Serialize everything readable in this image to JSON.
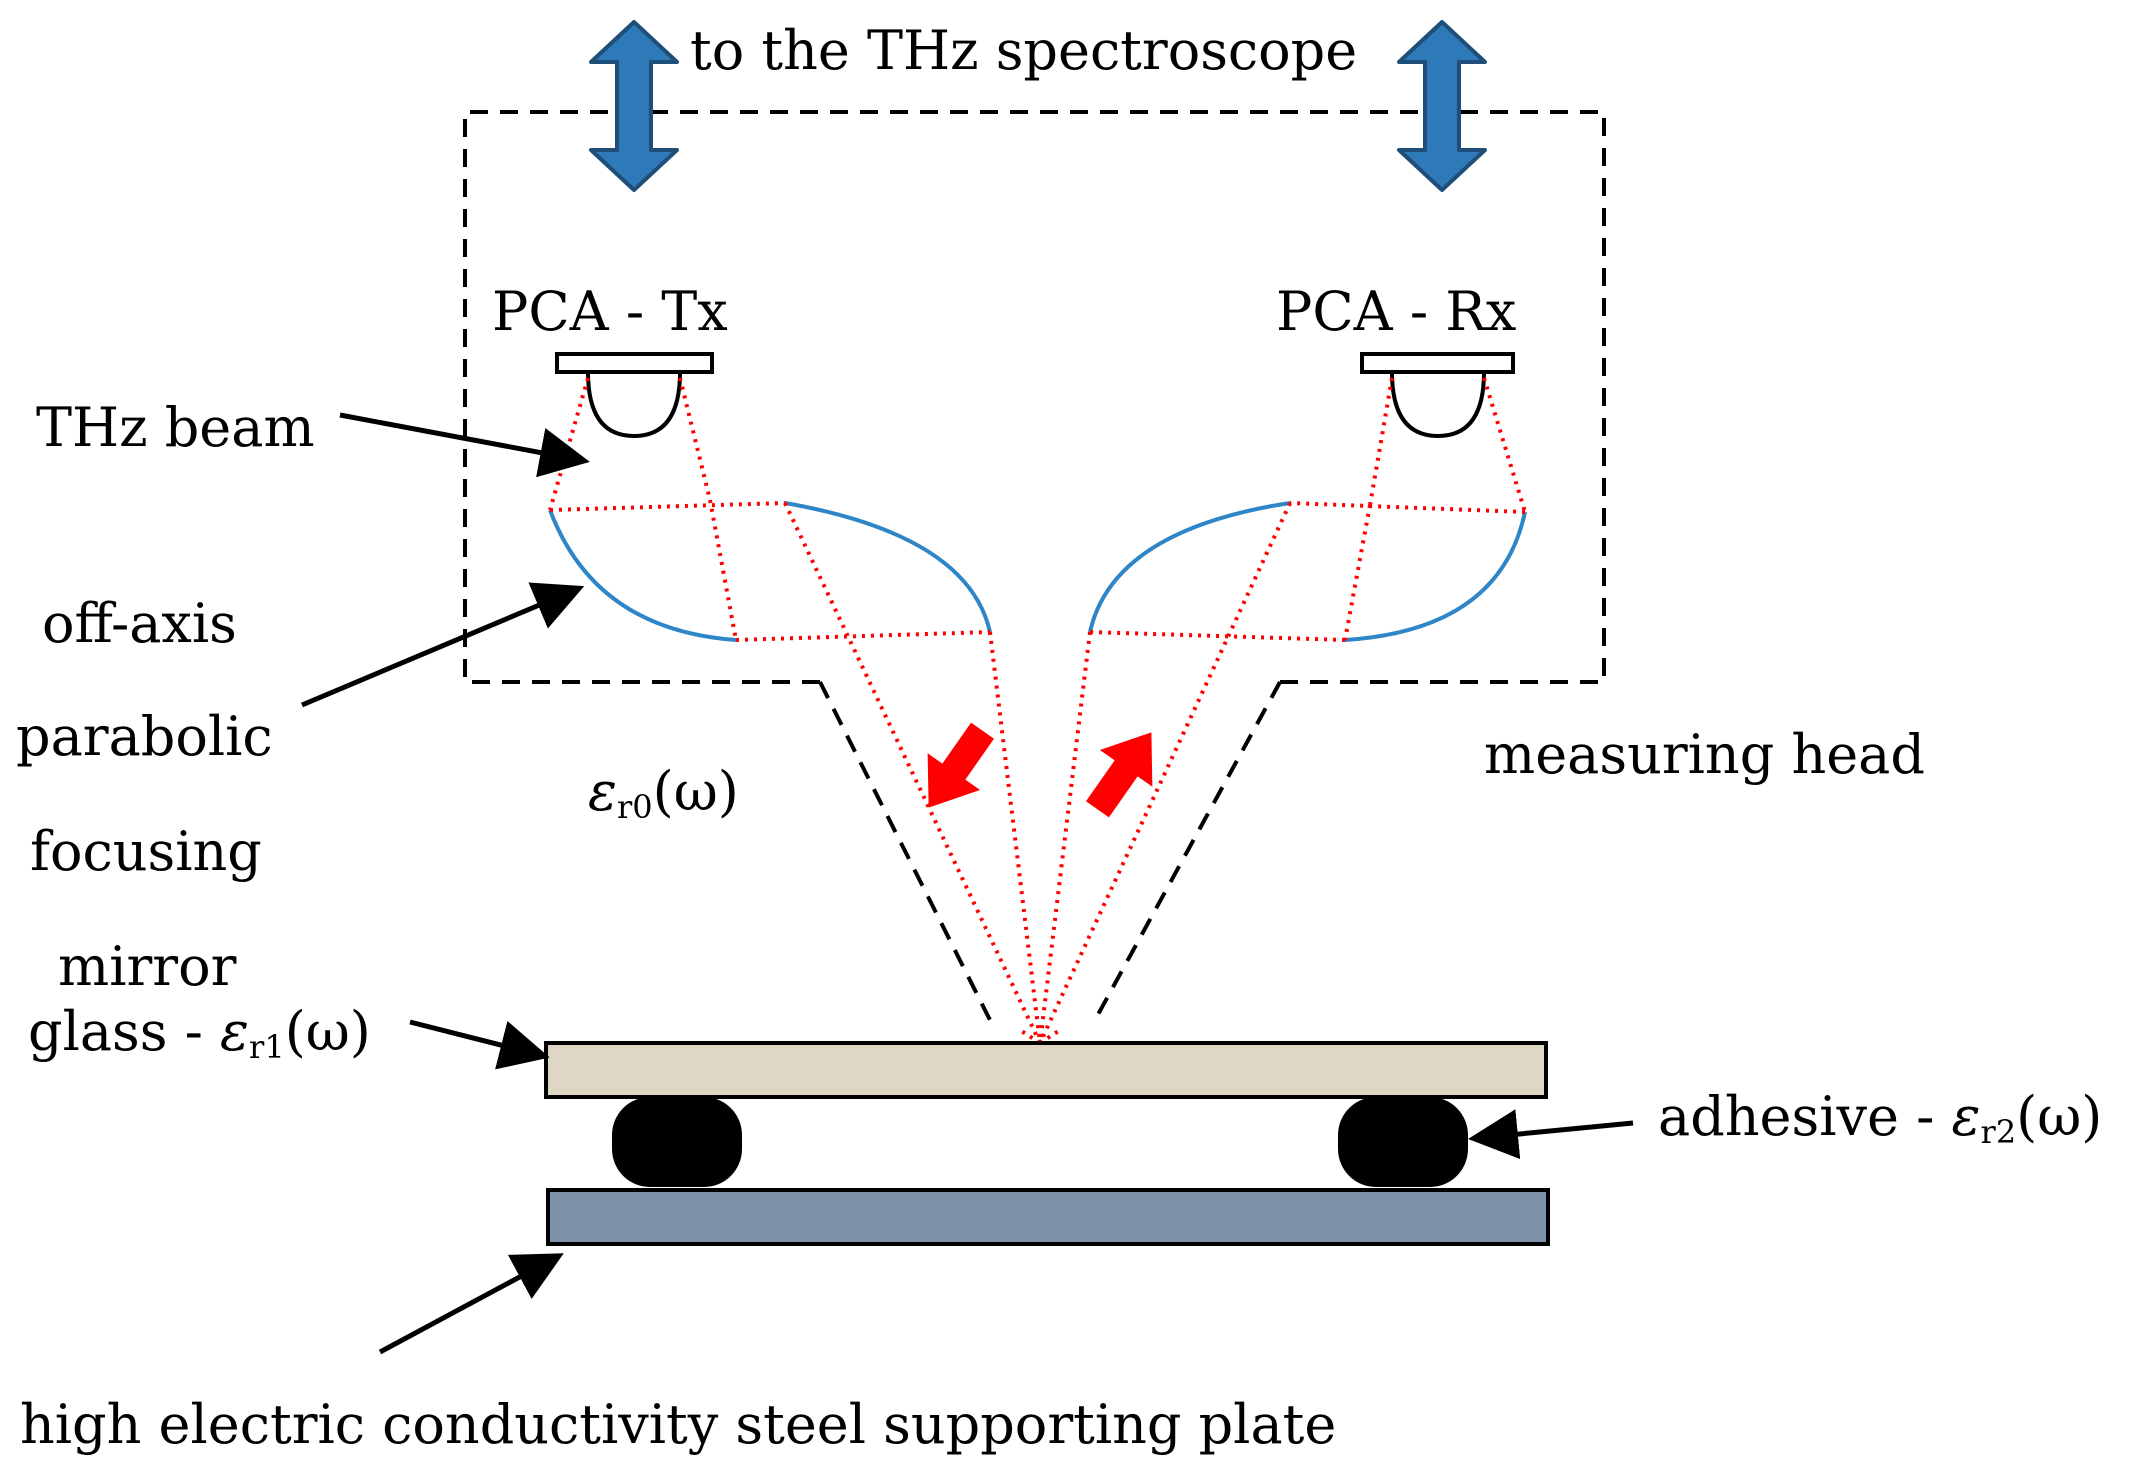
{
  "title": "to the THz spectroscope",
  "labels": {
    "tx": "PCA - Tx",
    "rx": "PCA - Rx",
    "thz_beam": "THz beam",
    "mirror_lines": [
      "off-axis",
      "parabolic",
      "focusing",
      "mirror"
    ],
    "measuring_head": "measuring head",
    "plate": "high electric conductivity steel supporting plate"
  },
  "medium_air": {
    "symbol": "ε",
    "subscript": "r0",
    "suffix": "(ω)"
  },
  "glass": {
    "prefix": "glass - ",
    "symbol": "ε",
    "subscript": "r1",
    "suffix": "(ω)"
  },
  "adhesive": {
    "prefix": "adhesive - ",
    "symbol": "ε",
    "subscript": "r2",
    "suffix": "(ω)"
  },
  "colors": {
    "arrow_blue": "#2e7ab8",
    "arrow_blue_outline": "#1f4e79",
    "beam_red": "#ff0000",
    "mirror_blue": "#2e86c8",
    "glass_fill": "#ddd7c3",
    "plate_fill": "#7f93a8",
    "adhesive_fill": "#000000"
  }
}
